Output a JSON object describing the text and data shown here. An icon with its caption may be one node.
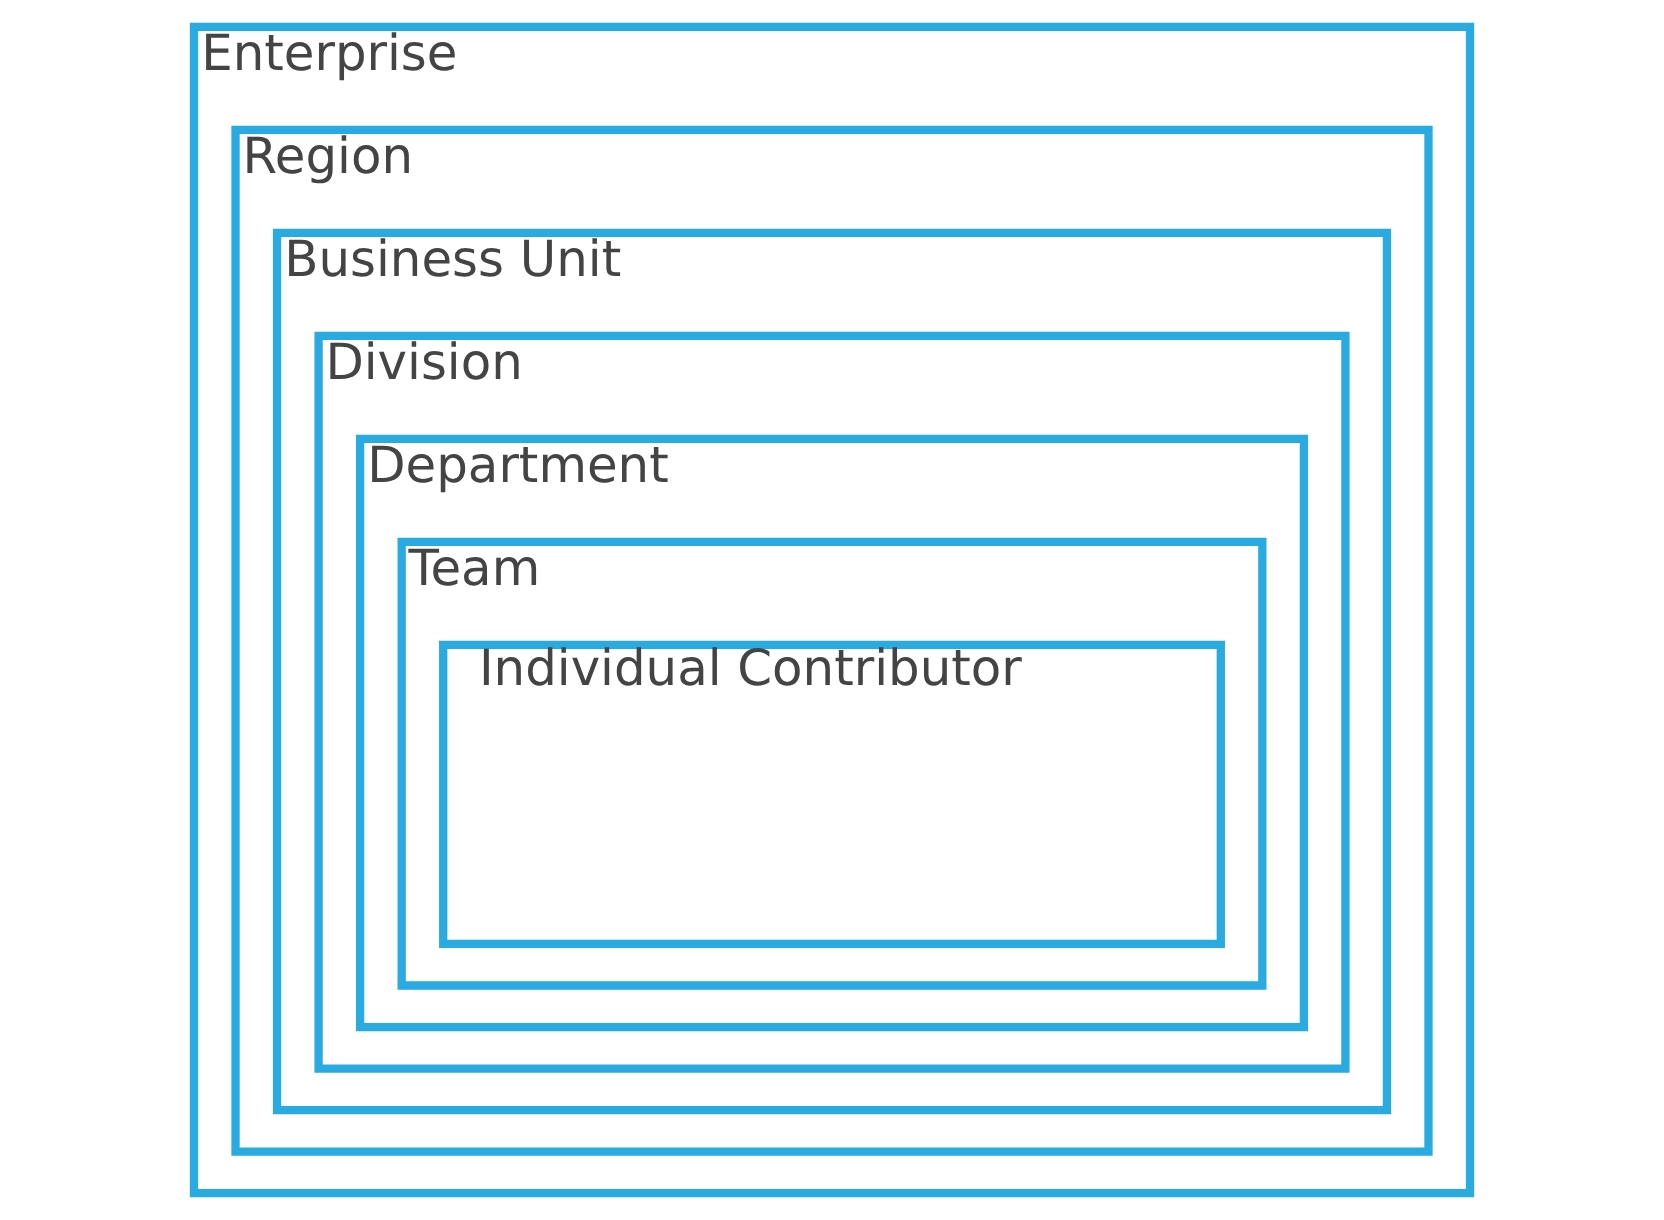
{
  "diagram": {
    "nodes": [
      {
        "text": [
          "Enterprise"
        ]
      },
      {
        "text": [
          "Region"
        ],
        "in": 0
      },
      {
        "text": [
          "Business Unit"
        ],
        "in": 1
      },
      {
        "text": [
          "Division"
        ],
        "in": 2
      },
      {
        "text": [
          "Department"
        ],
        "in": 3
      },
      {
        "text": [
          "Team"
        ],
        "in": 4
      },
      {
        "text": [
          "Individual Contributor"
        ],
        "in": 5
      }
    ]
  }
}
